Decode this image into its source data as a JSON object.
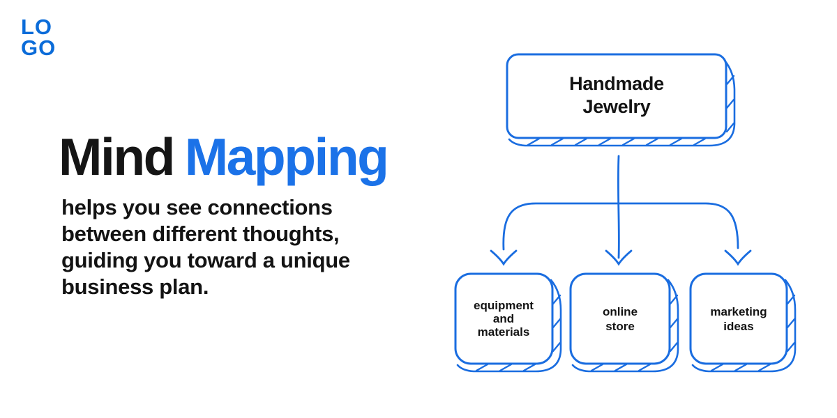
{
  "brand": {
    "logo": "LO\nGO"
  },
  "hero": {
    "title_primary": "Mind",
    "title_accent": "Mapping",
    "description": "helps you see connections\nbetween different thoughts,\nguiding you toward a unique\nbusiness plan."
  },
  "colors": {
    "logo_blue": "#0b6cd9",
    "accent_blue": "#1b72e8",
    "diagram_blue": "#1a6de0",
    "text_black": "#151515",
    "background": "#ffffff"
  },
  "mindmap": {
    "root": {
      "label": "Handmade\nJewelry"
    },
    "children": [
      {
        "label": "equipment\nand\nmaterials"
      },
      {
        "label": "online\nstore"
      },
      {
        "label": "marketing\nideas"
      }
    ]
  },
  "chart_data": {
    "type": "mind-map",
    "root": "Handmade Jewelry",
    "children": [
      "equipment and materials",
      "online store",
      "marketing ideas"
    ],
    "style": "hand-drawn blue outline boxes with hatched 3D shadow, curved arrows from root to children"
  }
}
